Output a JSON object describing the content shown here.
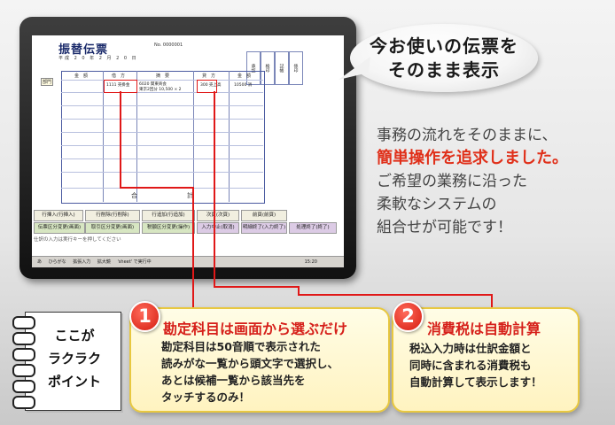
{
  "screen": {
    "slip_title": "振替伝票",
    "slip_no": "No. 0000001",
    "slip_date": "平成 2 0 年   2 月   2 0 日",
    "side_tag": "部門",
    "headers": [
      "金　額",
      "借　方",
      "摘　要",
      "貸　方",
      "金　額"
    ],
    "stamps": [
      "承認",
      "検印",
      "記帳",
      "係印"
    ],
    "entry_debit": "1111 売掛金",
    "entry_desc_line1": "6020 関東商会",
    "entry_desc_line2": "東京2回分 10,500 × 2",
    "entry_credit": "300 売上高",
    "entry_amount": "10500 消",
    "total_left": "合",
    "total_right": "計",
    "fkeys_row1": [
      "行挿入(行挿入)",
      "行削除(行削除)",
      "行追加(行追加)",
      "次頁(次頁)",
      "前頁(前頁)"
    ],
    "fkeys_row2": [
      "伝票区分変更(画面)",
      "取引区分変更(画面)",
      "税額区分変更(操作)",
      "入力中止(取消)",
      "明細終了(入力終了)",
      "処理終了(終了)"
    ],
    "status_text": "仕訳の入力は実行キーを押してください",
    "taskbar": [
      "あ",
      "ひらがな",
      "拡張入力",
      "拡大鏡",
      "'sheet' で実行中"
    ],
    "clock": "15:20"
  },
  "bubble": {
    "line1": "今お使いの伝票を",
    "line2": "そのまま表示"
  },
  "description": {
    "line1": "事務の流れをそのままに、",
    "line2": "簡単操作を追求しました。",
    "line3": "ご希望の業務に沿った",
    "line4": "柔軟なシステムの",
    "line5": "組合せが可能です！"
  },
  "notebook": {
    "line1": "ここが",
    "line2": "ラクラク",
    "line3": "ポイント"
  },
  "points": [
    {
      "number": "1",
      "title": "勘定科目は画面から選ぶだけ",
      "body1": "勘定科目は50音順で表示された",
      "body2": "読みがな一覧から頭文字で選択し、",
      "body3": "あとは候補一覧から該当先を",
      "body4": "タッチするのみ！"
    },
    {
      "number": "2",
      "title": "消費税は自動計算",
      "body1": "税込入力時は仕訳金額と",
      "body2": "同時に含まれる消費税も",
      "body3": "自動計算して表示します！"
    }
  ],
  "colors": {
    "accent_red": "#e01818",
    "highlight_text": "#e0301a",
    "card_border": "#e8c840"
  }
}
